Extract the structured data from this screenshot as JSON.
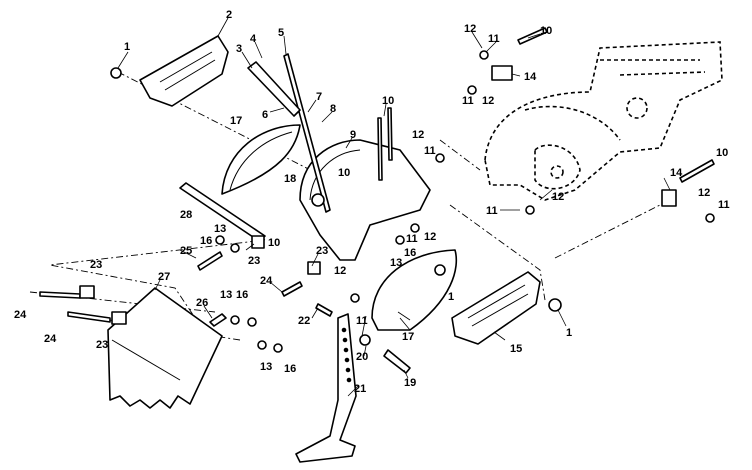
{
  "diagram": {
    "type": "exploded-parts-view",
    "callouts": [
      "1",
      "2",
      "3",
      "4",
      "5",
      "6",
      "7",
      "8",
      "9",
      "10",
      "11",
      "12",
      "13",
      "14",
      "15",
      "16",
      "17",
      "18",
      "19",
      "20",
      "21",
      "22",
      "23",
      "24",
      "25",
      "26",
      "27",
      "28"
    ]
  }
}
